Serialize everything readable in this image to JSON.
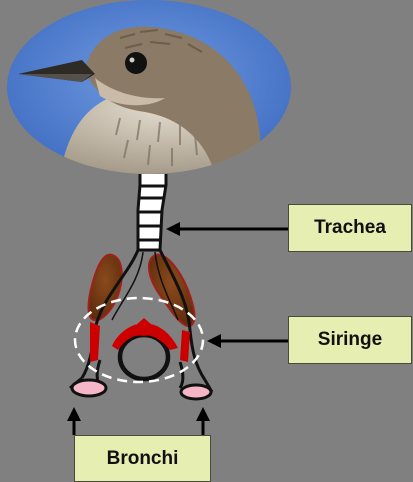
{
  "labels": {
    "trachea": "Trachea",
    "siringe": "Siringe",
    "bronchi": "Bronchi"
  },
  "colors": {
    "background": "#808080",
    "label_fill": "#e6efb1",
    "muscle": "#7a3a12",
    "syrinx_red": "#cc0000",
    "bronchi_pink": "#f5b6c8",
    "sky": "#4a78c8"
  }
}
